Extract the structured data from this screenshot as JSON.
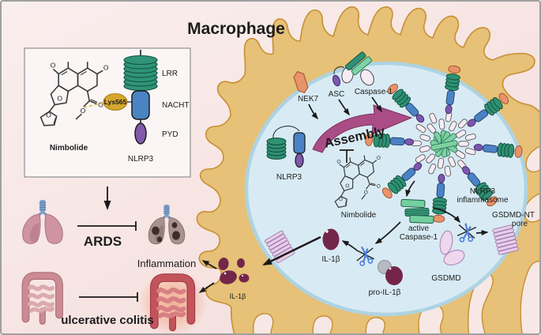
{
  "title": "Macrophage",
  "inset": {
    "nimbolide": "Nimbolide",
    "lys": "Lys565",
    "lrr": "LRR",
    "nacht": "NACHT",
    "pyd": "PYD",
    "nlrp3": "NLRP3"
  },
  "cell": {
    "nek7": "NEK7",
    "asc": "ASC",
    "caspase1": "Caspase-1",
    "nlrp3": "NLRP3",
    "assembly": "Assembly",
    "nimbolide": "Nimbolide",
    "inflammasome1": "NLRP3",
    "inflammasome2": "inflammasome",
    "active1": "active",
    "active2": "Caspase-1",
    "gsdmd": "GSDMD",
    "gsdmdnt1": "GSDMD-NT",
    "gsdmdnt2": "pore",
    "il1b": "IL-1β",
    "pro_il1b": "pro-IL-1β"
  },
  "outside": {
    "ards": "ARDS",
    "inflammation": "Inflammation",
    "il1b": "IL-1β",
    "colitis": "ulcerative colitis"
  },
  "colors": {
    "macrophage_body": "#e6c177",
    "macrophage_edge": "#c78f33",
    "cytoplasm": "#d8ebf4",
    "cytoplasm_edge": "#aed3e2",
    "lrr_green": "#2f9478",
    "nacht_blue": "#4b82c6",
    "pyd_purple": "#7b58ae",
    "nek7_orange": "#e8926b",
    "asc_white": "#f6ecf3",
    "caspase_green": "#74cfa0",
    "assembly_arrow": "#aa4c86",
    "assembly_text": "#9e1c1c",
    "lys_gold": "#d6a62e",
    "il1b_maroon": "#74264a",
    "gsdmd_pink": "#efd8ed",
    "background_pink": "#f7e8e6"
  }
}
